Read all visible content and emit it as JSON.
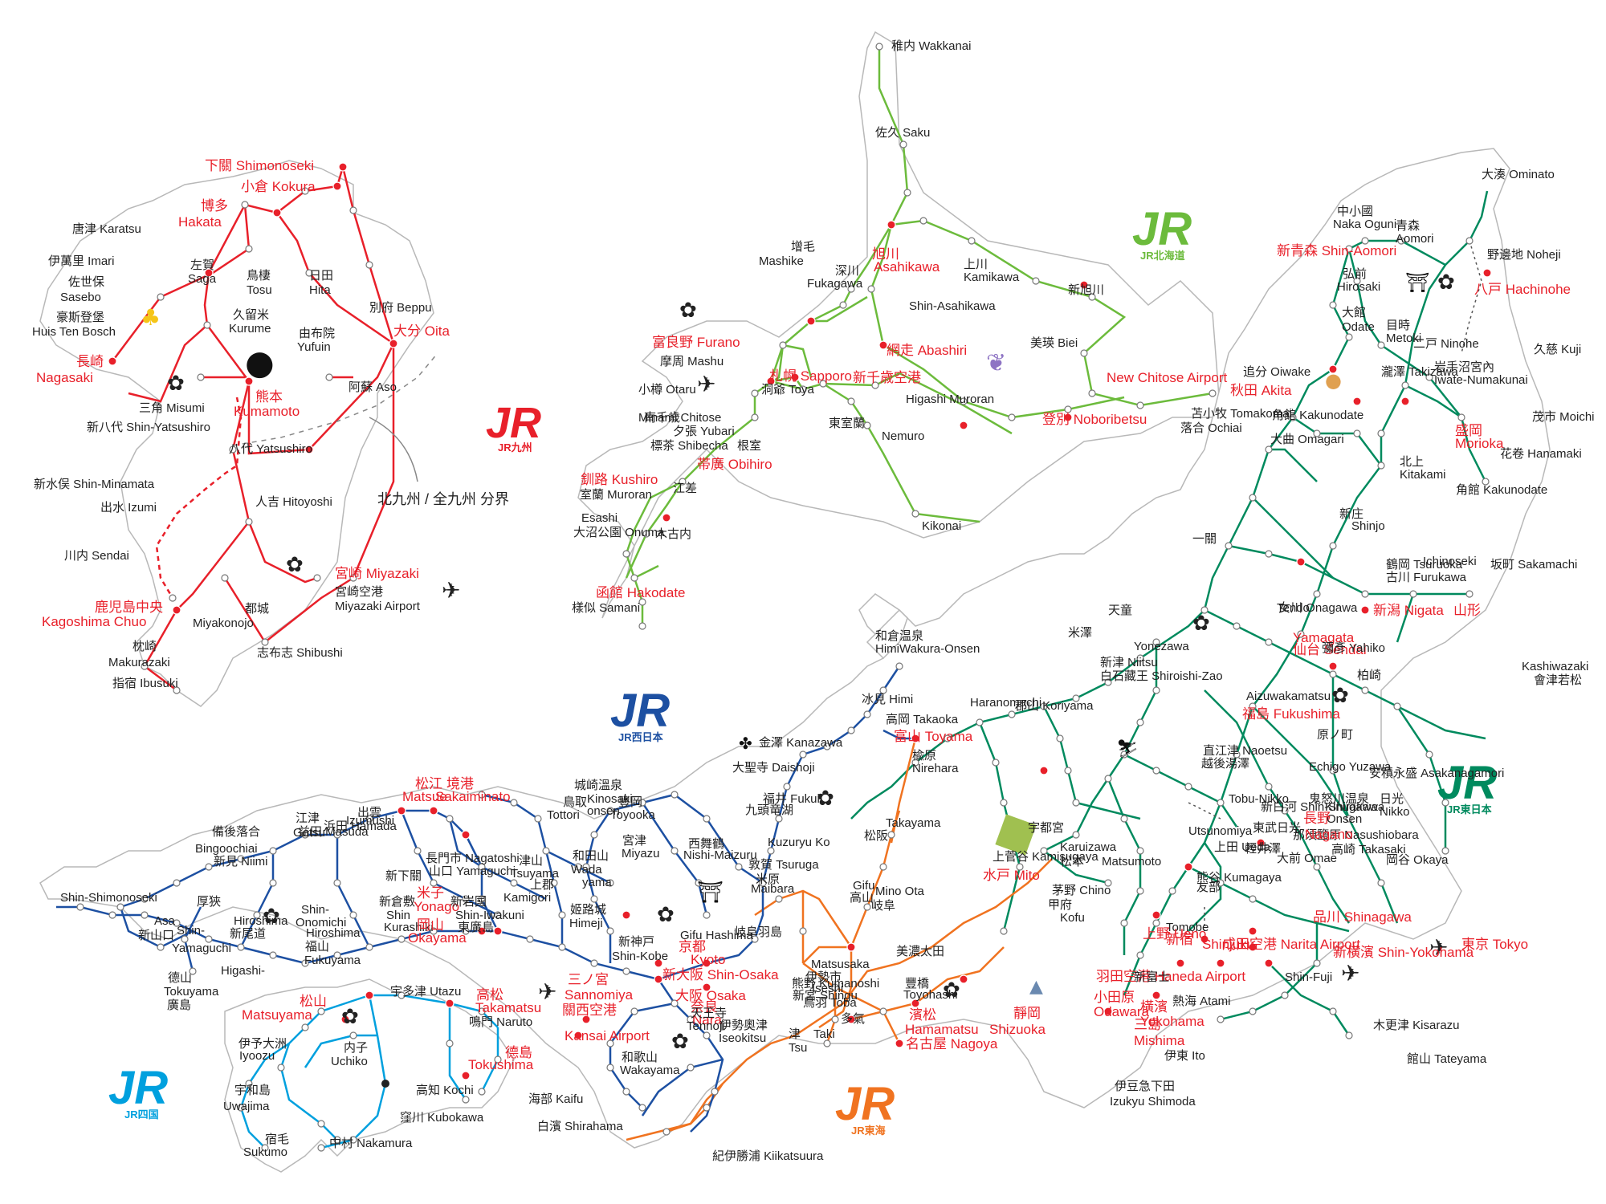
{
  "colors": {
    "kyushu": "#e8202a",
    "hokkaido": "#6cbb3c",
    "east": "#008a5e",
    "west": "#1d50a2",
    "shikoku": "#00a0de",
    "central": "#f07320",
    "land_fill": "#ffffff",
    "land_stroke": "#b8b8b8"
  },
  "logos": [
    {
      "id": "jr-hokkaido",
      "mark": "JR",
      "sub": "JR北海道"
    },
    {
      "id": "jr-kyushu",
      "mark": "JR",
      "sub": "JR九州"
    },
    {
      "id": "jr-east",
      "mark": "JR",
      "sub": "JR東日本"
    },
    {
      "id": "jr-west",
      "mark": "JR",
      "sub": "JR西日本"
    },
    {
      "id": "jr-shikoku",
      "mark": "JR",
      "sub": "JR四国"
    },
    {
      "id": "jr-central",
      "mark": "JR",
      "sub": "JR東海"
    }
  ],
  "boundary_note": "北九州 / 全九州 分界",
  "labels": {
    "kyushu": [
      {
        "t": "下關 Shimonoseki",
        "r": 1
      },
      {
        "t": "小倉 Kokura",
        "r": 1
      },
      {
        "t": "博多",
        "r": 1
      },
      {
        "t": "Hakata",
        "r": 1
      },
      {
        "t": "唐津 Karatsu"
      },
      {
        "t": "伊萬里 Imari"
      },
      {
        "t": "佐世保"
      },
      {
        "t": "Sasebo"
      },
      {
        "t": "豪斯登堡"
      },
      {
        "t": "Huis Ten Bosch"
      },
      {
        "t": "長崎",
        "r": 1
      },
      {
        "t": "Nagasaki",
        "r": 1
      },
      {
        "t": "左賀"
      },
      {
        "t": "Saga"
      },
      {
        "t": "鳥棲"
      },
      {
        "t": "Tosu"
      },
      {
        "t": "久留米"
      },
      {
        "t": "Kurume"
      },
      {
        "t": "日田"
      },
      {
        "t": "Hita"
      },
      {
        "t": "由布院"
      },
      {
        "t": "Yufuin"
      },
      {
        "t": "別府 Beppu"
      },
      {
        "t": "大分 Oita",
        "r": 1
      },
      {
        "t": "三角 Misumi"
      },
      {
        "t": "新八代 Shin-Yatsushiro"
      },
      {
        "t": "熊本",
        "r": 1
      },
      {
        "t": "Kumamoto",
        "r": 1
      },
      {
        "t": "阿蘇 Aso"
      },
      {
        "t": "八代 Yatsushiro"
      },
      {
        "t": "新水俣 Shin-Minamata"
      },
      {
        "t": "出水 Izumi"
      },
      {
        "t": "人吉 Hitoyoshi"
      },
      {
        "t": "川内 Sendai"
      },
      {
        "t": "宮崎 Miyazaki",
        "r": 1
      },
      {
        "t": "宮崎空港"
      },
      {
        "t": "Miyazaki Airport"
      },
      {
        "t": "鹿児島中央",
        "r": 1
      },
      {
        "t": "Kagoshima Chuo",
        "r": 1
      },
      {
        "t": "都城"
      },
      {
        "t": "Miyakonojo"
      },
      {
        "t": "志布志 Shibushi"
      },
      {
        "t": "枕崎"
      },
      {
        "t": "Makurazaki"
      },
      {
        "t": "指宿 Ibusuki"
      }
    ],
    "hokkaido": [
      {
        "t": "稚内 Wakkanai"
      },
      {
        "t": "佐久 Saku"
      },
      {
        "t": "增毛"
      },
      {
        "t": "Mashike"
      },
      {
        "t": "深川"
      },
      {
        "t": "Fukagawa"
      },
      {
        "t": "旭川",
        "r": 1
      },
      {
        "t": "Asahikawa",
        "r": 1
      },
      {
        "t": "上川"
      },
      {
        "t": "Kamikawa"
      },
      {
        "t": "新旭川"
      },
      {
        "t": "Shin-Asahikawa"
      },
      {
        "t": "網走 Abashiri",
        "r": 1
      },
      {
        "t": "美瑛 Biei"
      },
      {
        "t": "富良野 Furano",
        "r": 1
      },
      {
        "t": "摩周 Mashu"
      },
      {
        "t": "小樽 Otaru"
      },
      {
        "t": "札幌 Sapporo",
        "r": 1
      },
      {
        "t": "洞爺 Toya"
      },
      {
        "t": "南千歳"
      },
      {
        "t": "Minami Chitose"
      },
      {
        "t": "新千歳空港",
        "r": 1
      },
      {
        "t": "New Chitose Airport",
        "r": 1
      },
      {
        "t": "夕張 Yubari"
      },
      {
        "t": "標茶 Shibecha"
      },
      {
        "t": "東室蘭"
      },
      {
        "t": "Higashi Muroran"
      },
      {
        "t": "苫小牧 Tomakomai"
      },
      {
        "t": "落合 Ochiai"
      },
      {
        "t": "根室"
      },
      {
        "t": "Nemuro"
      },
      {
        "t": "登別 Noboribetsu",
        "r": 1
      },
      {
        "t": "帯廣 Obihiro",
        "r": 1
      },
      {
        "t": "釧路 Kushiro",
        "r": 1
      },
      {
        "t": "室蘭 Muroran"
      },
      {
        "t": "江差"
      },
      {
        "t": "Esashi"
      },
      {
        "t": "大沼公園 Onuma"
      },
      {
        "t": "木古内"
      },
      {
        "t": "Kikonai"
      },
      {
        "t": "函館 Hakodate",
        "r": 1
      },
      {
        "t": "樣似 Samani"
      },
      {
        "t": "中小國"
      },
      {
        "t": "Naka Oguni"
      }
    ],
    "east": [
      {
        "t": "大湊 Ominato"
      },
      {
        "t": "中小國"
      },
      {
        "t": "Naka Oguni"
      },
      {
        "t": "青森"
      },
      {
        "t": "Aomori"
      },
      {
        "t": "新青森 Shin-Aomori",
        "r": 1
      },
      {
        "t": "野邊地 Noheji"
      },
      {
        "t": "弘前"
      },
      {
        "t": "Hirosaki"
      },
      {
        "t": "八戸 Hachinohe",
        "r": 1
      },
      {
        "t": "大館"
      },
      {
        "t": "Odate"
      },
      {
        "t": "目時"
      },
      {
        "t": "Metoki"
      },
      {
        "t": "久慈 Kuji"
      },
      {
        "t": "二戸 Ninohe"
      },
      {
        "t": "追分 Oiwake"
      },
      {
        "t": "瀧澤 Takizawa"
      },
      {
        "t": "岩手沼宮內"
      },
      {
        "t": "Iwate-Numakunai"
      },
      {
        "t": "秋田 Akita",
        "r": 1
      },
      {
        "t": "角館 Kakunodate"
      },
      {
        "t": "茂市 Moichi"
      },
      {
        "t": "盛岡",
        "r": 1
      },
      {
        "t": "Morioka",
        "r": 1
      },
      {
        "t": "大曲 Omagari"
      },
      {
        "t": "花卷 Hanamaki"
      },
      {
        "t": "北上"
      },
      {
        "t": "Kitakami"
      },
      {
        "t": "角館 Kakunodate"
      },
      {
        "t": "新庄"
      },
      {
        "t": "Shinjo"
      },
      {
        "t": "一關"
      },
      {
        "t": "Ichinoseki"
      },
      {
        "t": "鶴岡 Tsuruoka"
      },
      {
        "t": "古川 Furukawa"
      },
      {
        "t": "坂町 Sakamachi"
      },
      {
        "t": "天童"
      },
      {
        "t": "Tendo"
      },
      {
        "t": "女川 Onagawa"
      },
      {
        "t": "新潟 Nigata",
        "r": 1
      },
      {
        "t": "山形",
        "r": 1
      },
      {
        "t": "Yamagata",
        "r": 1
      },
      {
        "t": "仙台 Sendai",
        "r": 1
      },
      {
        "t": "米澤"
      },
      {
        "t": "Yonezawa"
      },
      {
        "t": "彌彥 Yahiko"
      },
      {
        "t": "新津 Niitsu"
      },
      {
        "t": "白石藏王 Shiroishi-Zao"
      },
      {
        "t": "柏崎"
      },
      {
        "t": "Kashiwazaki"
      },
      {
        "t": "會津若松"
      },
      {
        "t": "Aizuwakamatsu"
      },
      {
        "t": "福島 Fukushima",
        "r": 1
      },
      {
        "t": "原ノ町"
      },
      {
        "t": "Haranomachi"
      },
      {
        "t": "郡山 Koriyama"
      },
      {
        "t": "直江津 Naoetsu"
      },
      {
        "t": "越後湯澤"
      },
      {
        "t": "Echigo Yuzawa"
      },
      {
        "t": "安積永盛 Asakanagamori"
      },
      {
        "t": "鬼怒川温泉"
      },
      {
        "t": "Kinugawa"
      },
      {
        "t": "Onsen"
      },
      {
        "t": "新白河 Shin-Shirakawa"
      },
      {
        "t": "東武日光"
      },
      {
        "t": "Tobu-Nikko"
      },
      {
        "t": "日光"
      },
      {
        "t": "Nikko"
      },
      {
        "t": "那須鹽原 Nasushiobara"
      },
      {
        "t": "長野",
        "r": 1
      },
      {
        "t": "Nagano",
        "r": 1
      },
      {
        "t": "上田 Ueda"
      },
      {
        "t": "大前 Omae"
      },
      {
        "t": "宇都宮"
      },
      {
        "t": "Utsunomiya"
      },
      {
        "t": "輕井澤"
      },
      {
        "t": "Karuizawa"
      },
      {
        "t": "松本"
      },
      {
        "t": "Matsumoto"
      },
      {
        "t": "高崎 Takasaki"
      },
      {
        "t": "上菅谷 Kamisugaya"
      },
      {
        "t": "岡谷 Okaya"
      },
      {
        "t": "水戸 Mito",
        "r": 1
      },
      {
        "t": "茅野 Chino"
      },
      {
        "t": "熊谷 Kumagaya"
      },
      {
        "t": "友部"
      },
      {
        "t": "Tomobe"
      },
      {
        "t": "新宿",
        "r": 1
      },
      {
        "t": "Shinjuku",
        "r": 1
      },
      {
        "t": "甲府"
      },
      {
        "t": "Kofu"
      },
      {
        "t": "上野 Ueno",
        "r": 1
      },
      {
        "t": "品川 Shinagawa",
        "r": 1
      },
      {
        "t": "成田空港 Narita Airport",
        "r": 1
      },
      {
        "t": "東京 Tokyo",
        "r": 1
      },
      {
        "t": "新橫濱 Shin-Yokohama",
        "r": 1
      },
      {
        "t": "羽田空港 Haneda Airport",
        "r": 1
      },
      {
        "t": "新富士"
      },
      {
        "t": "Shin-Fuji"
      },
      {
        "t": "小田原",
        "r": 1
      },
      {
        "t": "Odawara",
        "r": 1
      },
      {
        "t": "橫濱",
        "r": 1
      },
      {
        "t": "Yokohama",
        "r": 1
      },
      {
        "t": "熱海 Atami"
      },
      {
        "t": "三島",
        "r": 1
      },
      {
        "t": "Mishima",
        "r": 1
      },
      {
        "t": "木更津 Kisarazu"
      },
      {
        "t": "伊東 Ito"
      },
      {
        "t": "館山 Tateyama"
      },
      {
        "t": "伊豆急下田"
      },
      {
        "t": "Izukyu Shimoda"
      }
    ],
    "central": [
      {
        "t": "靜岡",
        "r": 1
      },
      {
        "t": "Shizuoka",
        "r": 1
      },
      {
        "t": "豐橋"
      },
      {
        "t": "Toyohashi"
      },
      {
        "t": "濱松",
        "r": 1
      },
      {
        "t": "Hamamatsu",
        "r": 1
      },
      {
        "t": "名古屋 Nagoya",
        "r": 1
      },
      {
        "t": "美濃太田"
      },
      {
        "t": "Mino Ota"
      },
      {
        "t": "岐阜"
      },
      {
        "t": "Gifu"
      },
      {
        "t": "高山"
      },
      {
        "t": "Takayama"
      },
      {
        "t": "松阪"
      },
      {
        "t": "Matsusaka"
      },
      {
        "t": "伊勢市"
      },
      {
        "t": "Iseshi"
      },
      {
        "t": "鳥羽 Toba"
      },
      {
        "t": "多氣"
      },
      {
        "t": "Taki"
      },
      {
        "t": "津"
      },
      {
        "t": "Tsu"
      },
      {
        "t": "熊野 Kumanoshi"
      },
      {
        "t": "新宮 Shingu"
      },
      {
        "t": "紀伊勝浦 Kiikatsuura"
      }
    ],
    "west": [
      {
        "t": "和倉温泉"
      },
      {
        "t": "HimiWakura-Onsen"
      },
      {
        "t": "冰見 Himi"
      },
      {
        "t": "高岡 Takaoka"
      },
      {
        "t": "富山 Toyama",
        "r": 1
      },
      {
        "t": "楡原"
      },
      {
        "t": "Nirehara"
      },
      {
        "t": "金澤 Kanazawa"
      },
      {
        "t": "大聖寺 Daishoji"
      },
      {
        "t": "福井 Fukui"
      },
      {
        "t": "九頭竜湖"
      },
      {
        "t": "Kuzuryu Ko"
      },
      {
        "t": "敦賀 Tsuruga"
      },
      {
        "t": "米原"
      },
      {
        "t": "Maibara"
      },
      {
        "t": "岐阜羽島"
      },
      {
        "t": "Gifu Hashima"
      },
      {
        "t": "京都",
        "r": 1
      },
      {
        "t": "Kyoto",
        "r": 1
      },
      {
        "t": "新大阪 Shin-Osaka",
        "r": 1
      },
      {
        "t": "大阪 Osaka",
        "r": 1
      },
      {
        "t": "奈良",
        "r": 1
      },
      {
        "t": "Nara",
        "r": 1
      },
      {
        "t": "天王寺"
      },
      {
        "t": "Tennoji"
      },
      {
        "t": "關西空港",
        "r": 1
      },
      {
        "t": "Kansai Airport",
        "r": 1
      },
      {
        "t": "三ノ宮",
        "r": 1
      },
      {
        "t": "Sannomiya",
        "r": 1
      },
      {
        "t": "新神戸"
      },
      {
        "t": "Shin-Kobe"
      },
      {
        "t": "姬路城"
      },
      {
        "t": "Himeji"
      },
      {
        "t": "和歌山"
      },
      {
        "t": "Wakayama"
      },
      {
        "t": "伊勢奧津"
      },
      {
        "t": "Iseokitsu"
      },
      {
        "t": "白濱 Shirahama"
      },
      {
        "t": "海部 Kaifu"
      },
      {
        "t": "西舞鶴"
      },
      {
        "t": "Nishi-Maizuru"
      },
      {
        "t": "宮津"
      },
      {
        "t": "Miyazu"
      },
      {
        "t": "豐岡"
      },
      {
        "t": "Toyooka"
      },
      {
        "t": "城崎溫泉"
      },
      {
        "t": "Kinosaki"
      },
      {
        "t": "onsen"
      },
      {
        "t": "和田山"
      },
      {
        "t": "Wada"
      },
      {
        "t": "yama"
      },
      {
        "t": "鳥取"
      },
      {
        "t": "Tottori"
      },
      {
        "t": "津山"
      },
      {
        "t": "Tsuyama"
      },
      {
        "t": "上郡"
      },
      {
        "t": "Kamigori"
      },
      {
        "t": "境港",
        "r": 1
      },
      {
        "t": "Sakaiminato",
        "r": 1
      },
      {
        "t": "松江",
        "r": 1
      },
      {
        "t": "Matsue",
        "r": 1
      },
      {
        "t": "米子",
        "r": 1
      },
      {
        "t": "Yonago",
        "r": 1
      },
      {
        "t": "出雲"
      },
      {
        "t": "Izumushi"
      },
      {
        "t": "江津"
      },
      {
        "t": "Gotsu"
      },
      {
        "t": "浜田 Hamada"
      },
      {
        "t": "益田 Masuda"
      },
      {
        "t": "備後落合"
      },
      {
        "t": "Bingoochiai"
      },
      {
        "t": "新見 Niimi"
      },
      {
        "t": "長門市 Nagatoshi"
      },
      {
        "t": "山口 Yamaguchi"
      },
      {
        "t": "新下關"
      },
      {
        "t": "Shin-Shimonoseki"
      },
      {
        "t": "厚狹"
      },
      {
        "t": "Asa"
      },
      {
        "t": "新山口"
      },
      {
        "t": "Shin-"
      },
      {
        "t": "Yamaguchi"
      },
      {
        "t": "德山"
      },
      {
        "t": "Tokuyama"
      },
      {
        "t": "廣島"
      },
      {
        "t": "Hiroshima"
      },
      {
        "t": "新尾道"
      },
      {
        "t": "Shin-"
      },
      {
        "t": "Onomichi"
      },
      {
        "t": "新倉敷"
      },
      {
        "t": "Shin"
      },
      {
        "t": "Kurashiki"
      },
      {
        "t": "新岩國"
      },
      {
        "t": "Shin-Iwakuni"
      },
      {
        "t": "東廣島"
      },
      {
        "t": "Higashi-"
      },
      {
        "t": "Hiroshima"
      },
      {
        "t": "福山"
      },
      {
        "t": "Fukuyama"
      },
      {
        "t": "岡山",
        "r": 1
      },
      {
        "t": "Okayama",
        "r": 1
      }
    ],
    "shikoku": [
      {
        "t": "宇多津 Utazu"
      },
      {
        "t": "高松",
        "r": 1
      },
      {
        "t": "Takamatsu",
        "r": 1
      },
      {
        "t": "鳴門 Naruto"
      },
      {
        "t": "松山",
        "r": 1
      },
      {
        "t": "Matsuyama",
        "r": 1
      },
      {
        "t": "伊予大洲"
      },
      {
        "t": "Iyoozu"
      },
      {
        "t": "内子"
      },
      {
        "t": "Uchiko"
      },
      {
        "t": "德島",
        "r": 1
      },
      {
        "t": "Tokushima",
        "r": 1
      },
      {
        "t": "高知 Kochi"
      },
      {
        "t": "宇和島"
      },
      {
        "t": "Uwajima"
      },
      {
        "t": "窪川 Kubokawa"
      },
      {
        "t": "宿毛"
      },
      {
        "t": "Sukumo"
      },
      {
        "t": "中村 Nakamura"
      }
    ]
  }
}
